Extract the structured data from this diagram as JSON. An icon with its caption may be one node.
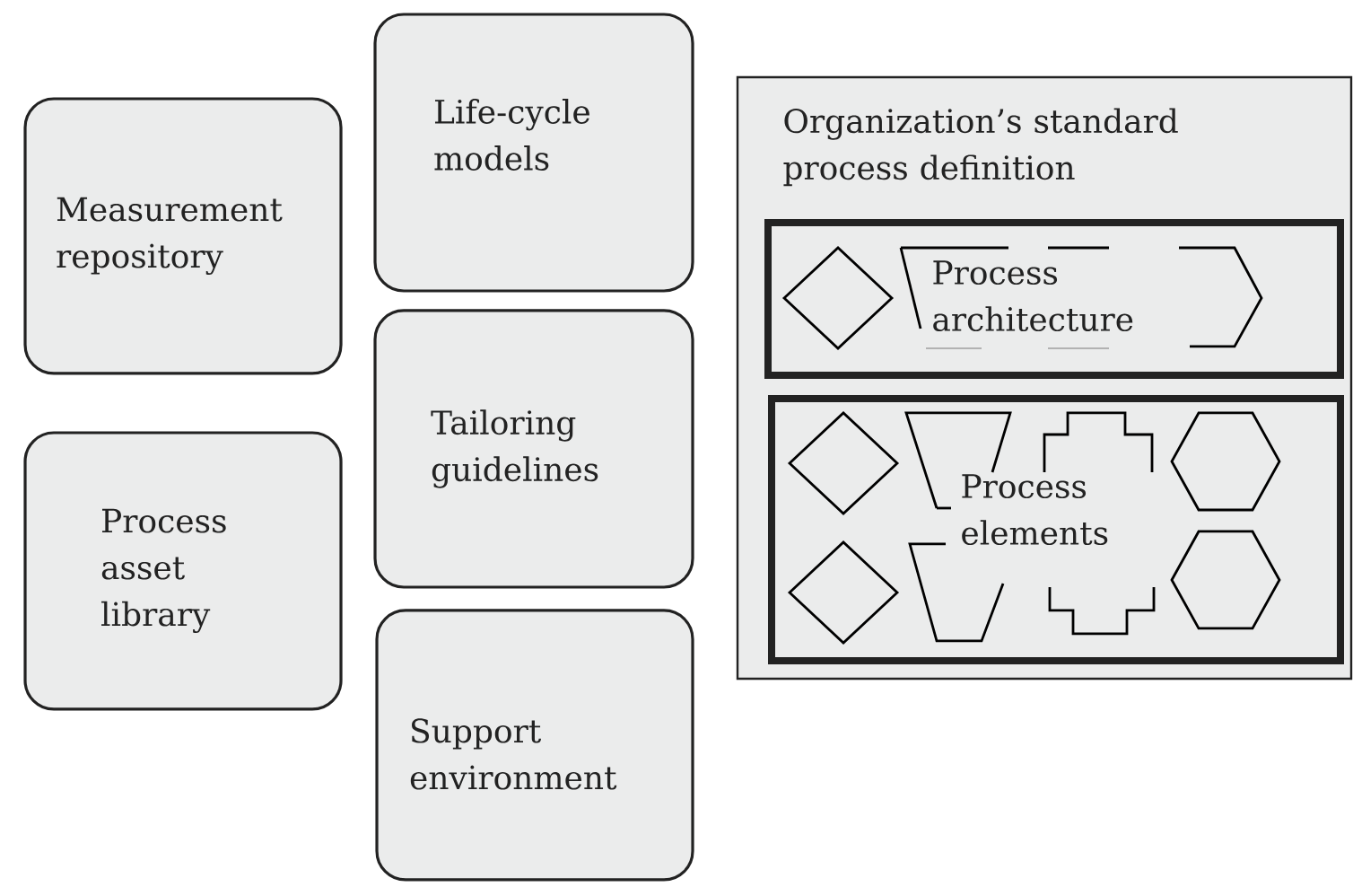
{
  "diagram": {
    "nodes": [
      {
        "text": [
          "Measurement repository"
        ]
      },
      {
        "text": [
          "Process asset library"
        ]
      },
      {
        "text": [
          "Life-cycle models"
        ]
      },
      {
        "text": [
          "Tailoring guidelines"
        ]
      },
      {
        "text": [
          "Support environment"
        ]
      },
      {
        "text": [
          "Organization’s standard process definition"
        ]
      },
      {
        "text": [
          "Process architecture"
        ],
        "in": 5
      },
      {
        "text": [
          "Process elements"
        ],
        "in": 5
      }
    ]
  }
}
